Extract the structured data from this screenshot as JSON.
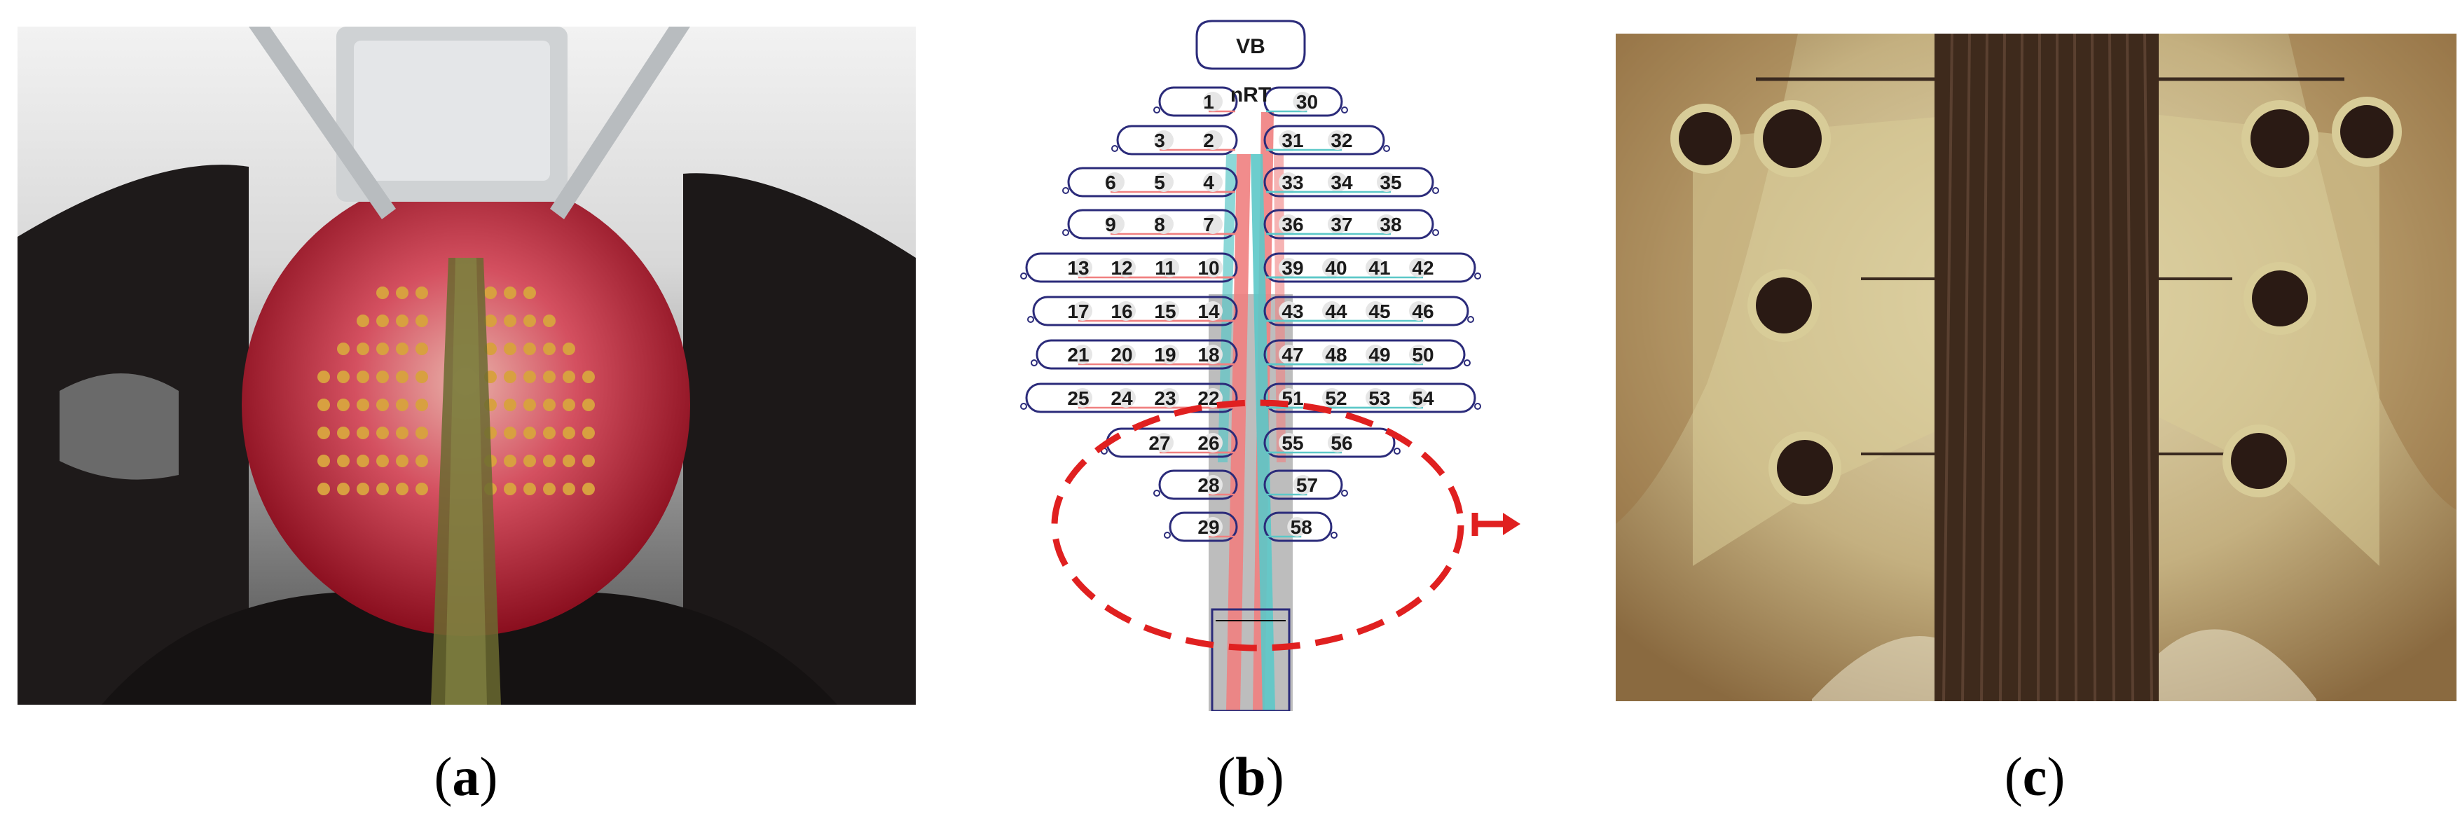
{
  "figure": {
    "panels": [
      {
        "id": "a",
        "letter": "a",
        "content": "photo"
      },
      {
        "id": "b",
        "letter": "b",
        "content": "electrode-layout"
      },
      {
        "id": "c",
        "letter": "c",
        "content": "photo"
      }
    ]
  },
  "layout_labels": {
    "top": [
      "VB",
      "nRT"
    ],
    "rows": [
      {
        "left": [
          "1"
        ],
        "right": [
          "30"
        ]
      },
      {
        "left": [
          "3",
          "2"
        ],
        "right": [
          "31",
          "32"
        ]
      },
      {
        "left": [
          "6",
          "5",
          "4"
        ],
        "right": [
          "33",
          "34",
          "35"
        ]
      },
      {
        "left": [
          "9",
          "8",
          "7"
        ],
        "right": [
          "36",
          "37",
          "38"
        ]
      },
      {
        "left": [
          "13",
          "12",
          "11",
          "10"
        ],
        "right": [
          "39",
          "40",
          "41",
          "42"
        ]
      },
      {
        "left": [
          "17",
          "16",
          "15",
          "14"
        ],
        "right": [
          "43",
          "44",
          "45",
          "46"
        ]
      },
      {
        "left": [
          "21",
          "20",
          "19",
          "18"
        ],
        "right": [
          "47",
          "48",
          "49",
          "50"
        ]
      },
      {
        "left": [
          "25",
          "24",
          "23",
          "22"
        ],
        "right": [
          "51",
          "52",
          "53",
          "54"
        ]
      },
      {
        "left": [
          "27",
          "26"
        ],
        "right": [
          "55",
          "56"
        ]
      },
      {
        "left": [
          "28"
        ],
        "right": [
          "57"
        ]
      },
      {
        "left": [
          "29"
        ],
        "right": [
          "58"
        ]
      }
    ]
  },
  "colors": {
    "trace_red": "#f08080",
    "trace_cyan": "#5cc8c8",
    "shank": "#bdbdbd",
    "outline": "#2b2b7a",
    "highlight": "#e02020",
    "tissue": "#c8203a",
    "electrode": "#2a1a14"
  }
}
